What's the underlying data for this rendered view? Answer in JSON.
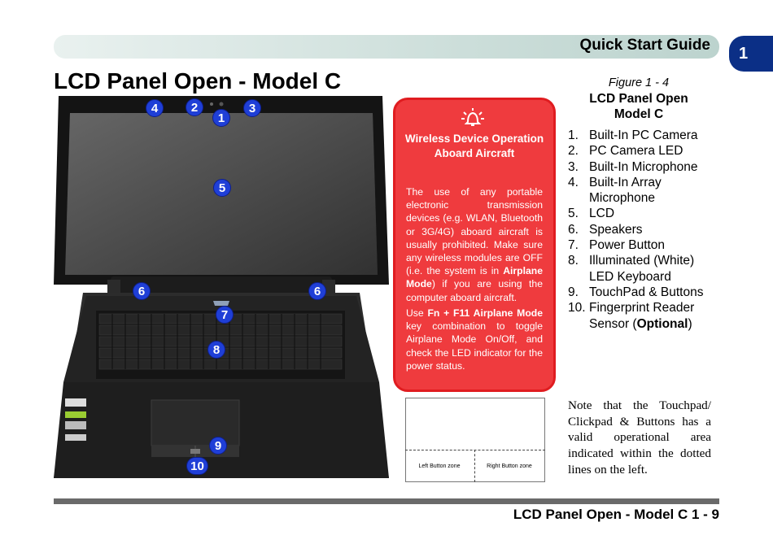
{
  "header": {
    "title": "Quick Start Guide",
    "chapter": "1"
  },
  "page_title": "LCD Panel Open - Model C",
  "callouts": [
    "4",
    "2",
    "1",
    "3",
    "5",
    "6",
    "6",
    "7",
    "8",
    "9",
    "10"
  ],
  "warning": {
    "title": "Wireless Device Operation Aboard Aircraft",
    "p1": {
      "a": "The use of any portable electronic transmission devices (e.g. WLAN, Bluetooth or 3G/4G) aboard aircraft is usually prohibited. Make sure any wireless modules are OFF (i.e. the system is in ",
      "b": "Airplane Mode",
      "c": ") if you are using the computer aboard aircraft."
    },
    "p2": {
      "a": "Use ",
      "b": "Fn + F11 Airplane Mode",
      "c": " key combination to toggle Airplane Mode On/Off, and check the LED indicator for the power status."
    },
    "icon": "airplane-mode-icon",
    "color": "#ef3b3e"
  },
  "figure": {
    "label": "Figure 1 - 4",
    "title": "LCD Panel Open Model C"
  },
  "legend": [
    {
      "n": "1.",
      "text": "Built-In PC Camera"
    },
    {
      "n": "2.",
      "text": "PC Camera LED"
    },
    {
      "n": "3.",
      "text": "Built-In Microphone"
    },
    {
      "n": "4.",
      "text": "Built-In Array Microphone"
    },
    {
      "n": "5.",
      "text": "LCD"
    },
    {
      "n": "6.",
      "text": "Speakers"
    },
    {
      "n": "7.",
      "text": "Power Button"
    },
    {
      "n": "8.",
      "text": "Illuminated (White) LED Keyboard"
    },
    {
      "n": "9.",
      "text": "TouchPad & Buttons"
    },
    {
      "n": "10.",
      "text": "Fingerprint Reader Sensor (",
      "bold": "Optional",
      "after": ")"
    }
  ],
  "touchpad_diagram": {
    "left_zone": "Left Button zone",
    "right_zone": "Right Button zone"
  },
  "note": "Note that the Touchpad/ Clickpad & Buttons has a valid operational area indicated within the dotted lines on the left.",
  "footer": "LCD Panel Open - Model C 1 - 9",
  "accent_color": "#1f3fd7",
  "chapter_tab_color": "#0b2f86"
}
